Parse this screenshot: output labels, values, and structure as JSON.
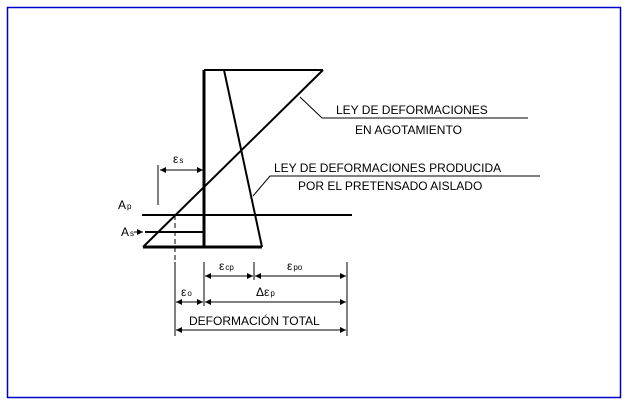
{
  "colors": {
    "frame": "#0000cc",
    "ink": "#000000"
  },
  "labels": {
    "agotamiento_1": "LEY DE DEFORMACIONES",
    "agotamiento_2": "EN AGOTAMIENTO",
    "pretensado_1": "LEY DE DEFORMACIONES PRODUCIDA",
    "pretensado_2": "POR EL PRETENSADO AISLADO",
    "ap": "A",
    "ap_sub": "p",
    "as": "A",
    "as_sub": "s",
    "eps": "ε",
    "eps_s_sub": "s",
    "eps_cp_sub": "cp",
    "eps_po_sub": "po",
    "eps_o_sub": "o",
    "delta": "Δε",
    "delta_sub": "p",
    "total": "DEFORMACIÓN TOTAL"
  }
}
